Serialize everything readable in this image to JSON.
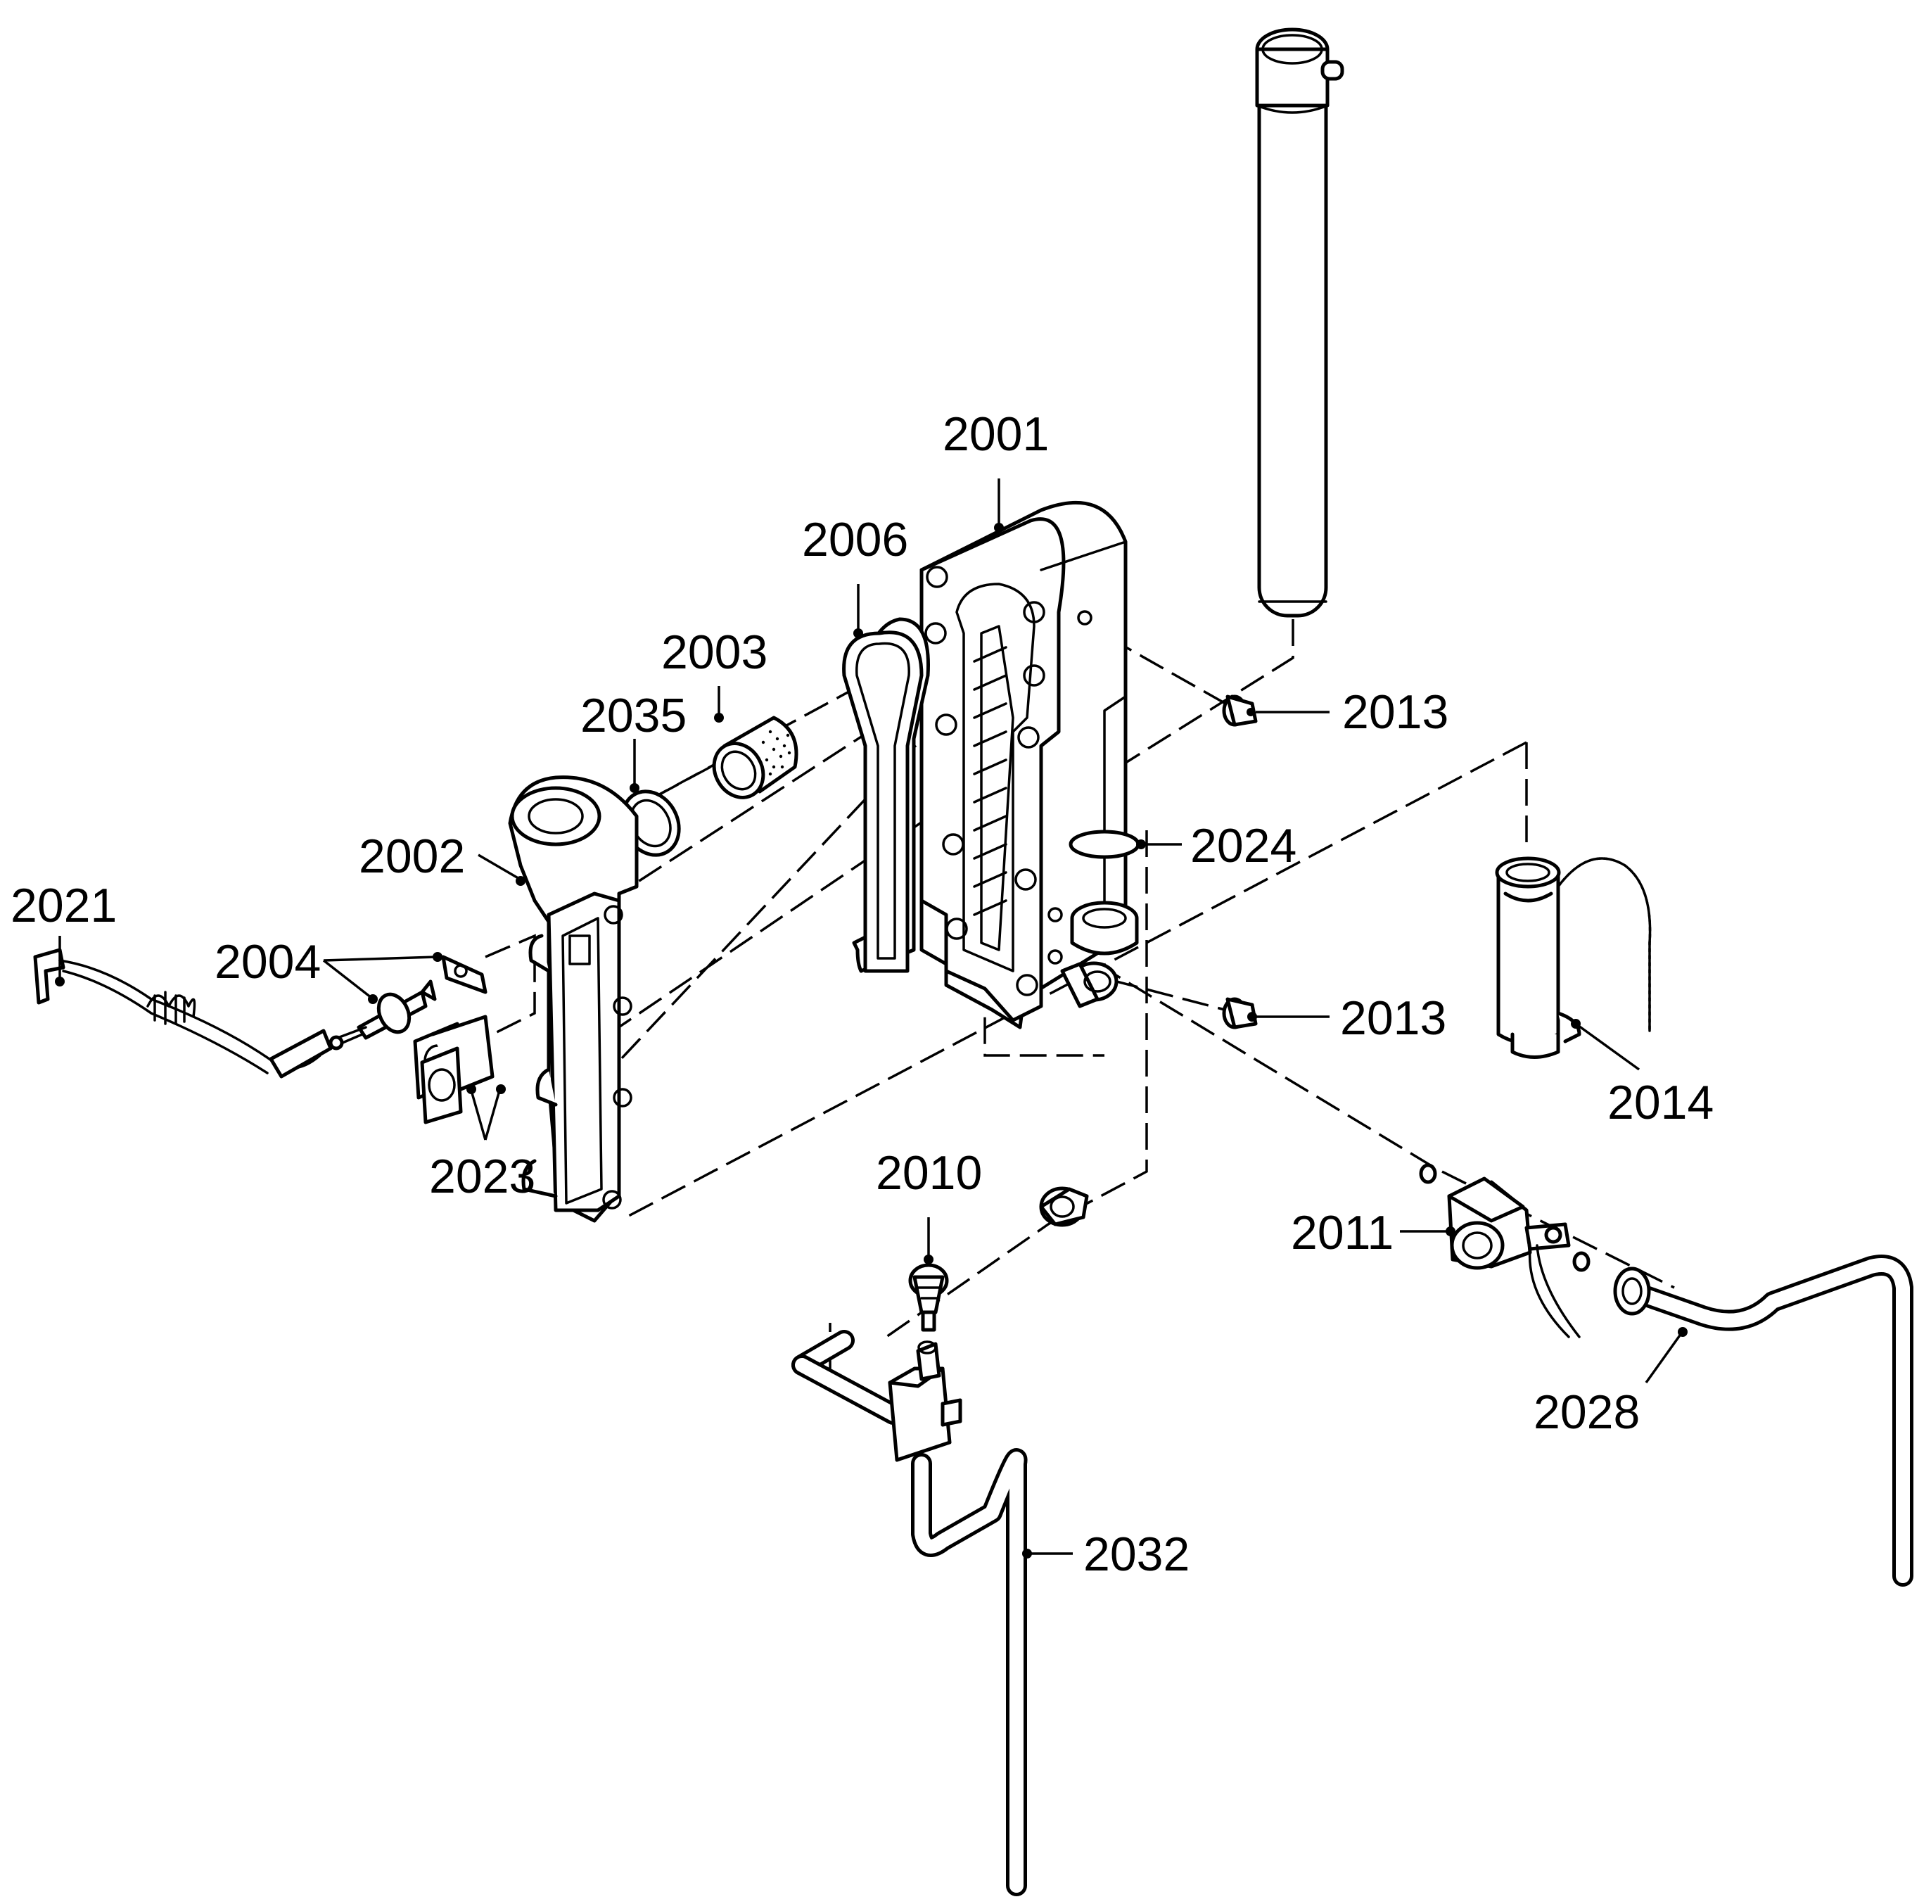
{
  "diagram": {
    "callouts": {
      "c2001": "2001",
      "c2006": "2006",
      "c2003": "2003",
      "c2035": "2035",
      "c2002": "2002",
      "c2021": "2021",
      "c2004": "2004",
      "c2023": "2023",
      "c2013a": "2013",
      "c2024": "2024",
      "c2013b": "2013",
      "c2014": "2014",
      "c2010": "2010",
      "c2011": "2011",
      "c2028": "2028",
      "c2032": "2032"
    }
  }
}
